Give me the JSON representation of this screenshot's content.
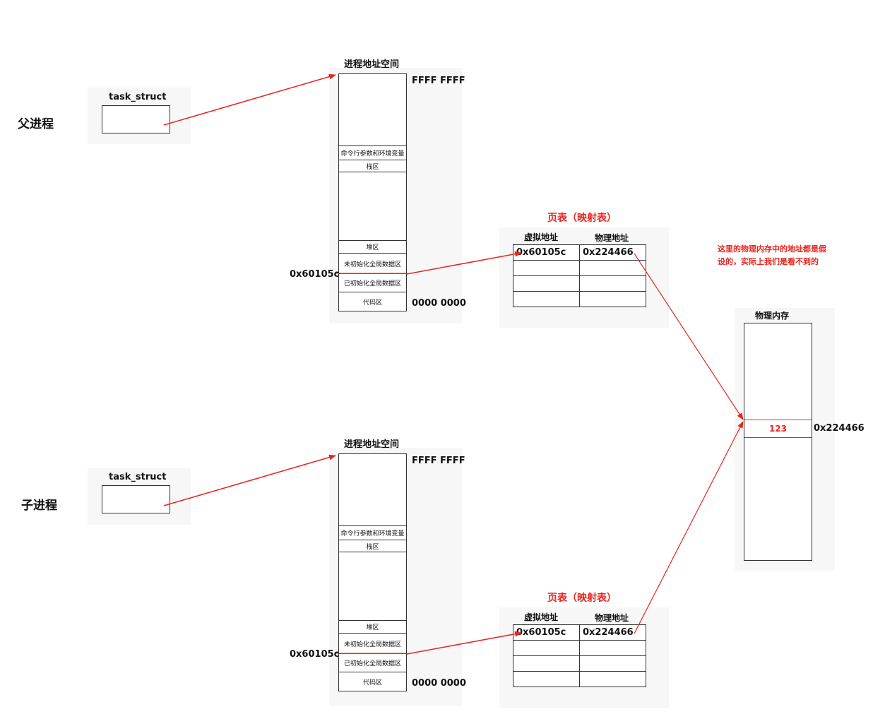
{
  "parent": {
    "role_label": "父进程",
    "task_struct_label": "task_struct",
    "addr_space_title": "进程地址空间",
    "top_addr": "FFFF FFFF",
    "bottom_addr": "0000 0000",
    "var_addr": "0x60105c",
    "segments": [
      "命令行参数和环境变量",
      "栈区",
      "堆区",
      "未初始化全局数据区",
      "已初始化全局数据区",
      "代码区"
    ],
    "page_table": {
      "title": "页表（映射表）",
      "col_virtual": "虚拟地址",
      "col_physical": "物理地址",
      "row_virtual": "0x60105c",
      "row_physical": "0x224466"
    }
  },
  "child": {
    "role_label": "子进程",
    "task_struct_label": "task_struct",
    "addr_space_title": "进程地址空间",
    "top_addr": "FFFF FFFF",
    "bottom_addr": "0000 0000",
    "var_addr": "0x60105c",
    "segments": [
      "命令行参数和环境变量",
      "栈区",
      "堆区",
      "未初始化全局数据区",
      "已初始化全局数据区",
      "代码区"
    ],
    "page_table": {
      "title": "页表（映射表）",
      "col_virtual": "虚拟地址",
      "col_physical": "物理地址",
      "row_virtual": "0x60105c",
      "row_physical": "0x224466"
    }
  },
  "physical_memory": {
    "title": "物理内存",
    "value": "123",
    "address": "0x224466"
  },
  "note": {
    "line1": "这里的物理内存中的地址都是假",
    "line2": "设的，实际上我们是看不到的"
  },
  "colors": {
    "arrow": "#e8261f",
    "note": "#e8261f",
    "border": "#333333"
  }
}
